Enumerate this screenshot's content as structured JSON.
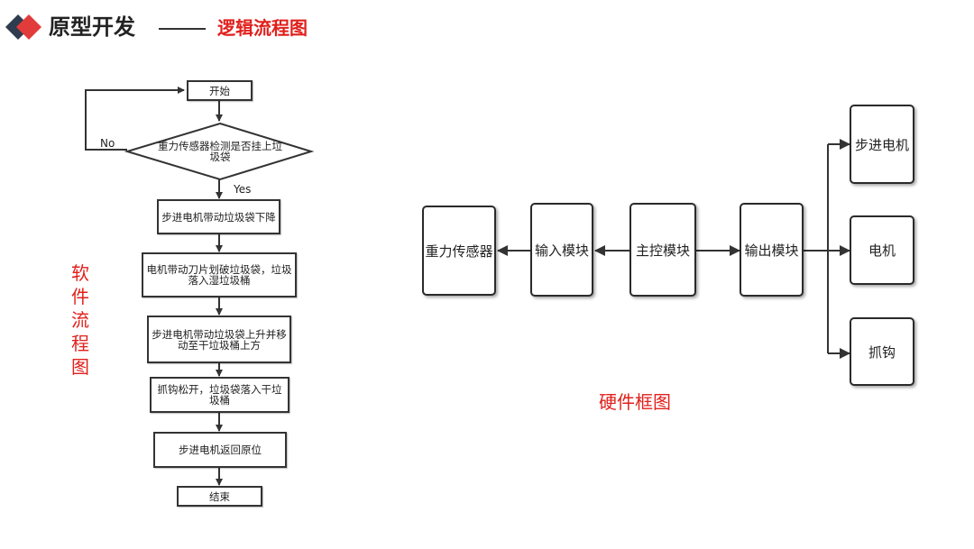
{
  "header": {
    "title": "原型开发",
    "subtitle": "逻辑流程图"
  },
  "software": {
    "side_label": "软件流程图",
    "start": "开始",
    "decision": "重力传感器检测是否挂上垃圾袋",
    "no_label": "No",
    "yes_label": "Yes",
    "step1": "步进电机带动垃圾袋下降",
    "step2": "电机带动刀片划破垃圾袋，垃圾落入湿垃圾桶",
    "step3": "步进电机带动垃圾袋上升并移动至干垃圾桶上方",
    "step4": "抓钩松开，垃圾袋落入干垃圾桶",
    "step5": "步进电机返回原位",
    "end": "结束"
  },
  "hardware": {
    "caption": "硬件框图",
    "gravity_sensor": "重力传感器",
    "input_module": "输入模块",
    "main_control": "主控模块",
    "output_module": "输出模块",
    "stepper_motor": "步进电机",
    "motor": "电机",
    "hook": "抓钩"
  },
  "colors": {
    "accent_red": "#e0201c",
    "logo_dark": "#2f3c4f",
    "logo_red": "#e23b3b"
  }
}
